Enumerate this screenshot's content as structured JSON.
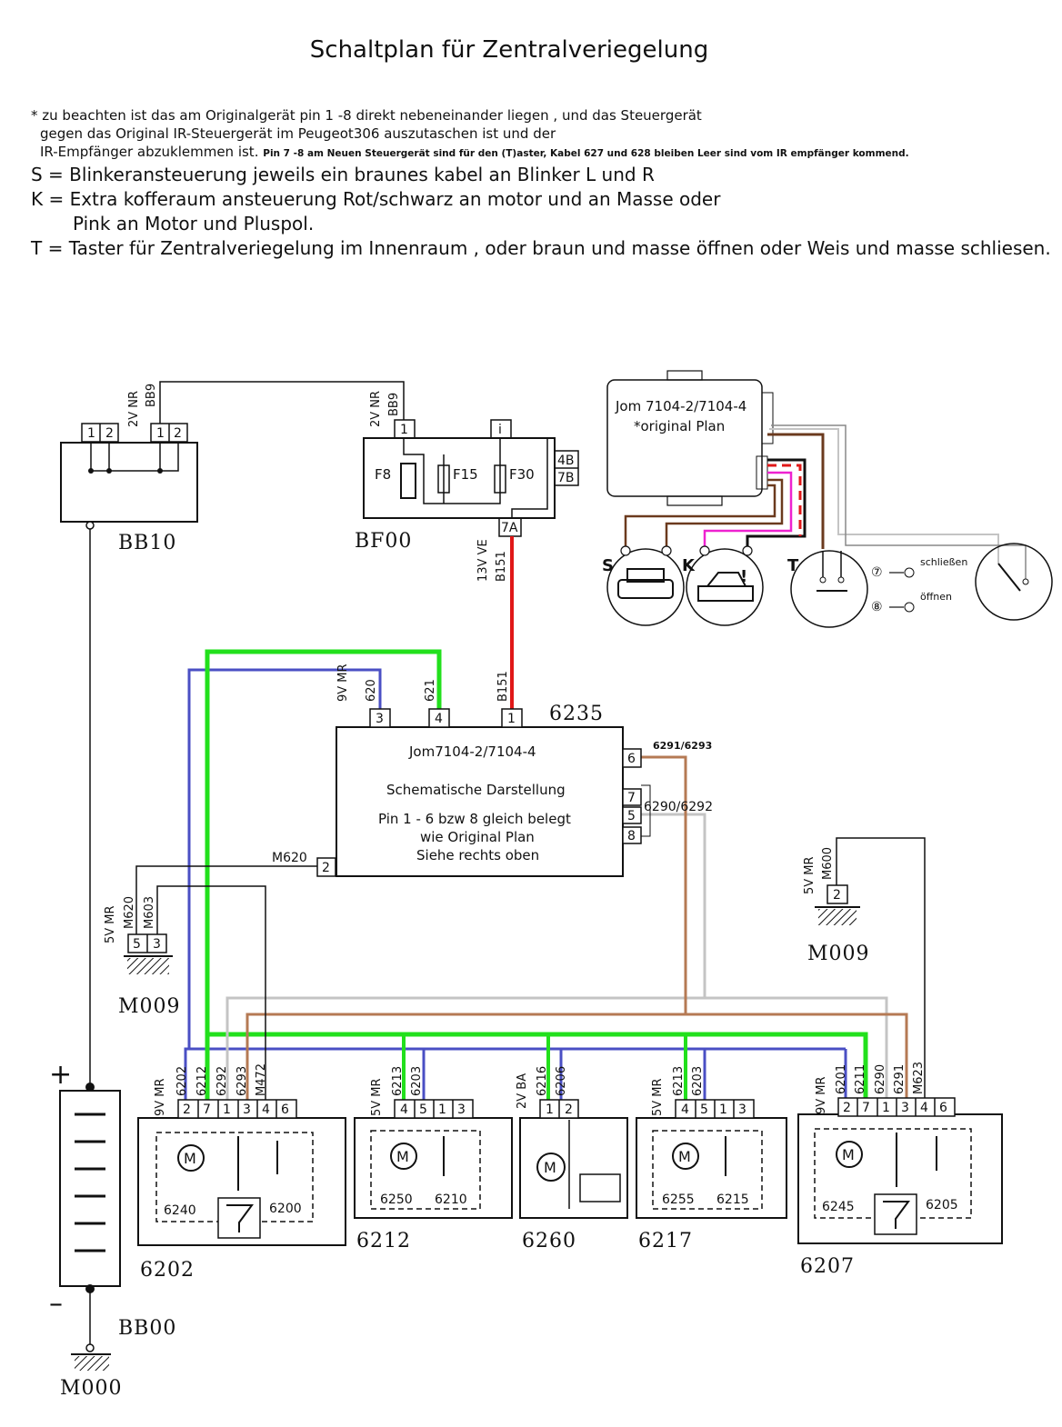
{
  "title": "Schaltplan für Zentralveriegelung",
  "notes": {
    "line1": "* zu beachten ist das am Originalgerät pin 1 -8 direkt nebeneinander liegen , und das Steuergerät",
    "line2": "gegen das Original IR-Steuergerät im Peugeot306 auszutaschen ist und der",
    "line3": "IR-Empfänger abzuklemmen ist.",
    "line3_small": "Pin 7 -8 am Neuen Steuergerät sind für den (T)aster, Kabel 627 und 628 bleiben Leer sind vom IR empfänger kommend."
  },
  "legend": {
    "s": "S = Blinkeransteuerung jeweils ein braunes kabel an Blinker L und R",
    "k1": "K = Extra kofferaum ansteuerung Rot/schwarz an motor und an Masse oder",
    "k2": "Pink an Motor und  Pluspol.",
    "t": "T = Taster für Zentralveriegelung im Innenraum , oder braun und masse öffnen oder Weis und masse schliesen."
  },
  "colors": {
    "green": "#22e01c",
    "blue": "#4a4fc4",
    "red": "#e01818",
    "brown": "#b57a54",
    "grey": "#c4c4c4",
    "pink": "#ee22d0",
    "dark_brown": "#6b3a1e",
    "black": "#111111"
  },
  "bb10": {
    "name": "BB10",
    "wire_top1": "2V NR",
    "wire_top2": "BB9",
    "pins": [
      "1",
      "2",
      "1",
      "2"
    ]
  },
  "bf00": {
    "name": "BF00",
    "wire_top1": "2V NR",
    "wire_top2": "BB9",
    "pin_top": "1",
    "pin_top2": "i",
    "fuses": [
      "F8",
      "F15",
      "F30"
    ],
    "side_pins": [
      "4B",
      "7B"
    ],
    "pin_bottom": "7A",
    "wire_b1": "13V VE",
    "wire_b2": "B151"
  },
  "original_plan": {
    "line1": "Jom 7104-2/7104-4",
    "line2": "*original Plan",
    "label_s": "S",
    "label_k": "K",
    "label_t": "T",
    "close_pin": "⑦",
    "open_pin": "⑧",
    "close_label": "schließen",
    "open_label": "öffnen"
  },
  "ecu": {
    "number": "6235",
    "line1": "Jom7104-2/7104-4",
    "line2": "Schematische Darstellung",
    "line3": "Pin 1 - 6 bzw 8 gleich belegt",
    "line4": "wie Original Plan",
    "line5": "Siehe rechts oben",
    "pins_top": [
      "3",
      "4",
      "1"
    ],
    "wires_top": [
      "9V MR",
      "620",
      "621",
      "B151"
    ],
    "pin_left": "2",
    "wire_left": "M620",
    "pins_right": [
      "6",
      "7",
      "5",
      "8"
    ],
    "wire_6": "6291/6293",
    "wire_5": "6290/6292"
  },
  "m009_left": {
    "name": "M009",
    "wires": [
      "5V MR",
      "M620",
      "M603"
    ],
    "pins": [
      "5",
      "3"
    ]
  },
  "m009_right": {
    "name": "M009",
    "wires": [
      "5V MR",
      "M600"
    ],
    "pin": "2"
  },
  "battery": {
    "name": "BB00",
    "plus": "+",
    "minus": "–",
    "ground": "M000"
  },
  "units": [
    {
      "name": "6202",
      "conn": "9V MR",
      "wires": [
        "6202",
        "6212",
        "6292",
        "6293",
        "M472"
      ],
      "pins": [
        "2",
        "7",
        "1",
        "3",
        "4",
        "6"
      ],
      "motor": "M",
      "labels": [
        "6240",
        "6200"
      ]
    },
    {
      "name": "6212",
      "conn": "5V MR",
      "wires": [
        "6213",
        "6203"
      ],
      "pins": [
        "4",
        "5",
        "1",
        "3"
      ],
      "motor": "M",
      "labels": [
        "6250",
        "6210"
      ]
    },
    {
      "name": "6260",
      "conn": "2V BA",
      "wires": [
        "6216",
        "6206"
      ],
      "pins": [
        "1",
        "2"
      ],
      "motor": "M",
      "labels": []
    },
    {
      "name": "6217",
      "conn": "5V MR",
      "wires": [
        "6213",
        "6203"
      ],
      "pins": [
        "4",
        "5",
        "1",
        "3"
      ],
      "motor": "M",
      "labels": [
        "6255",
        "6215"
      ]
    },
    {
      "name": "6207",
      "conn": "9V MR",
      "wires": [
        "6201",
        "6211",
        "6290",
        "6291",
        "M623"
      ],
      "pins": [
        "2",
        "7",
        "1",
        "3",
        "4",
        "6"
      ],
      "motor": "M",
      "labels": [
        "6245",
        "6205"
      ]
    }
  ]
}
